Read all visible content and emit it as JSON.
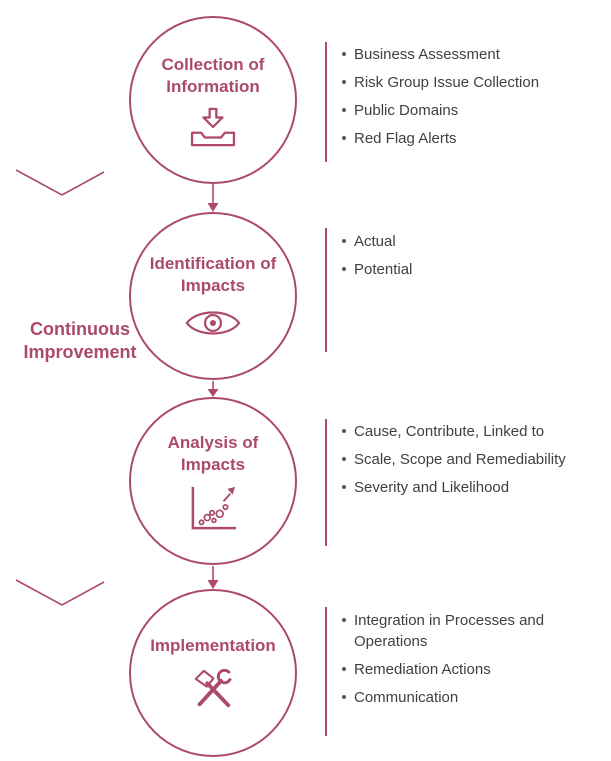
{
  "colors": {
    "accent": "#ac4a6b",
    "bullet_text": "#404040",
    "bullet_dot": "#595959"
  },
  "side_label": {
    "line1": "Continuous",
    "line2": "Improvement"
  },
  "steps": [
    {
      "title": "Collection of\nInformation",
      "icon": "inbox-download-icon",
      "bullets": [
        "Business Assessment",
        "Risk Group Issue Collection",
        "Public Domains",
        "Red Flag Alerts"
      ]
    },
    {
      "title": "Identification of\nImpacts",
      "icon": "eye-icon",
      "bullets": [
        "Actual",
        "Potential"
      ]
    },
    {
      "title": "Analysis of\nImpacts",
      "icon": "scatter-chart-icon",
      "bullets": [
        "Cause, Contribute, Linked to",
        "Scale, Scope and Remediability",
        "Severity and Likelihood"
      ]
    },
    {
      "title": "Implementation",
      "icon": "tools-icon",
      "bullets": [
        "Integration in Processes and Operations",
        "Remediation Actions",
        "Communication"
      ]
    }
  ]
}
